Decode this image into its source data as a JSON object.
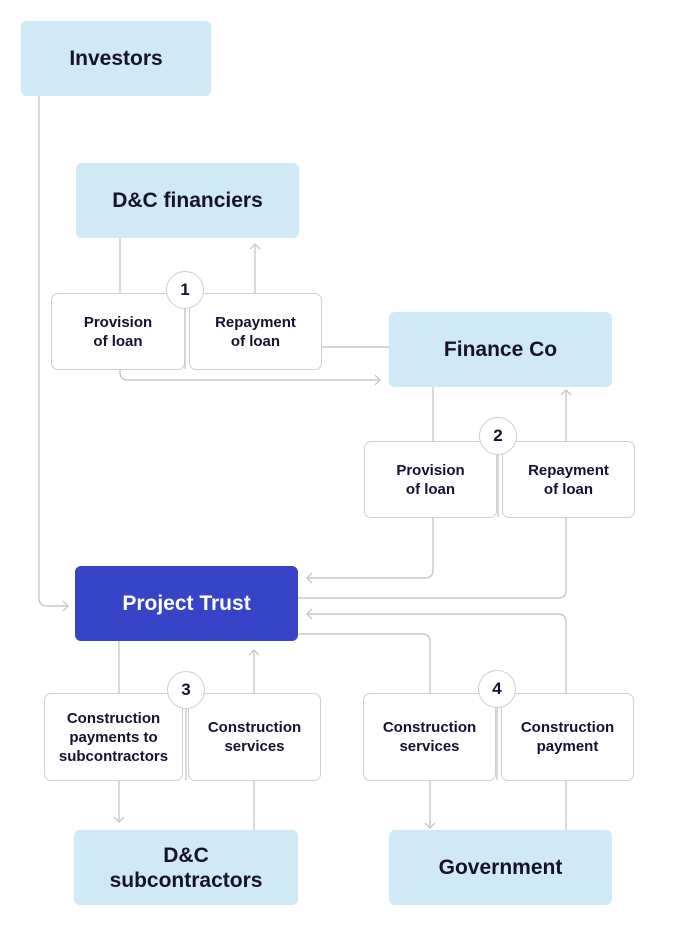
{
  "diagram": {
    "colors": {
      "entity_fill": "#cfeaf6",
      "primary_fill": "#3844c8",
      "connector": "#c9c9c9",
      "text": "#16112e"
    },
    "entities": {
      "investors": "Investors",
      "dc_financiers": "D&C financiers",
      "finance_co": "Finance Co",
      "project_trust": "Project Trust",
      "dc_subcontractors": "D&C\nsubcontractors",
      "government": "Government"
    },
    "groups": [
      {
        "number": "1",
        "flows": [
          {
            "label": "Provision\nof loan",
            "from": "D&C financiers",
            "to": "Finance Co"
          },
          {
            "label": "Repayment\nof loan",
            "from": "Finance Co",
            "to": "D&C financiers"
          }
        ]
      },
      {
        "number": "2",
        "flows": [
          {
            "label": "Provision\nof loan",
            "from": "Finance Co",
            "to": "Project Trust"
          },
          {
            "label": "Repayment\nof loan",
            "from": "Project Trust",
            "to": "Finance Co"
          }
        ]
      },
      {
        "number": "3",
        "flows": [
          {
            "label": "Construction\npayments to\nsubcontractors",
            "from": "Project Trust",
            "to": "D&C subcontractors"
          },
          {
            "label": "Construction\nservices",
            "from": "D&C subcontractors",
            "to": "Project Trust"
          }
        ]
      },
      {
        "number": "4",
        "flows": [
          {
            "label": "Construction\nservices",
            "from": "Project Trust",
            "to": "Government"
          },
          {
            "label": "Construction\npayment",
            "from": "Government",
            "to": "Project Trust"
          }
        ]
      }
    ],
    "direct_links": [
      {
        "from": "Investors",
        "to": "Project Trust"
      }
    ]
  }
}
